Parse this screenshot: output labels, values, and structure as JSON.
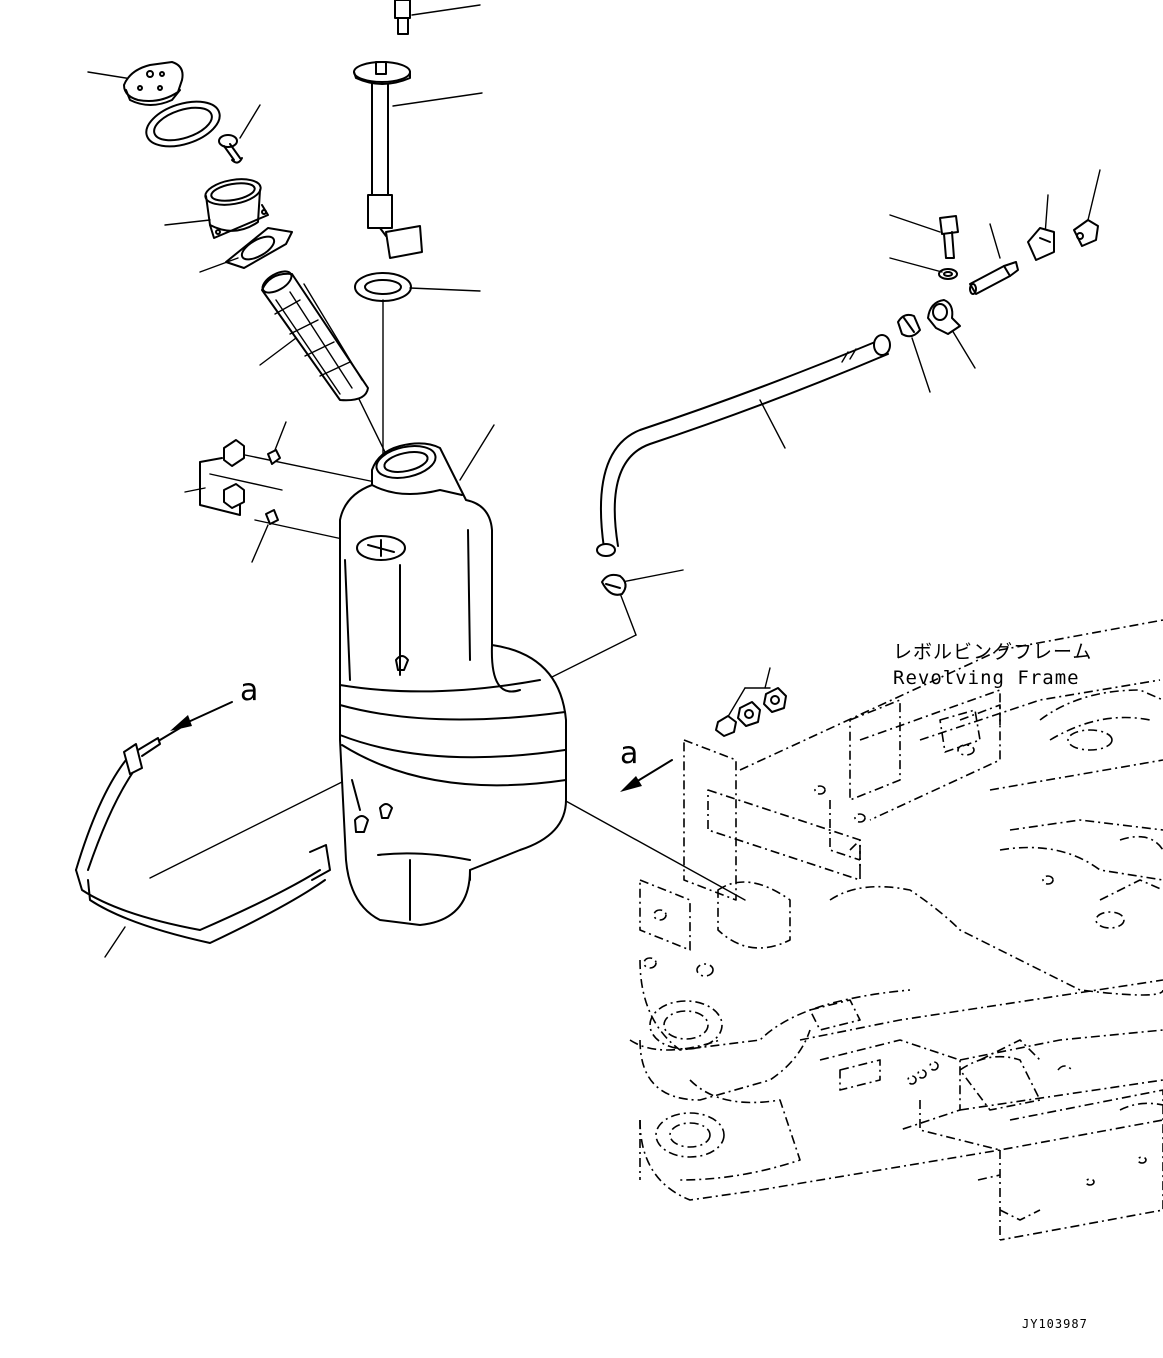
{
  "labels": {
    "frame_jp": "レボルビングフレーム",
    "frame_en": "Revolving Frame",
    "view_marker_left": "a",
    "view_marker_right": "a",
    "drawing_code": "JY103987"
  }
}
